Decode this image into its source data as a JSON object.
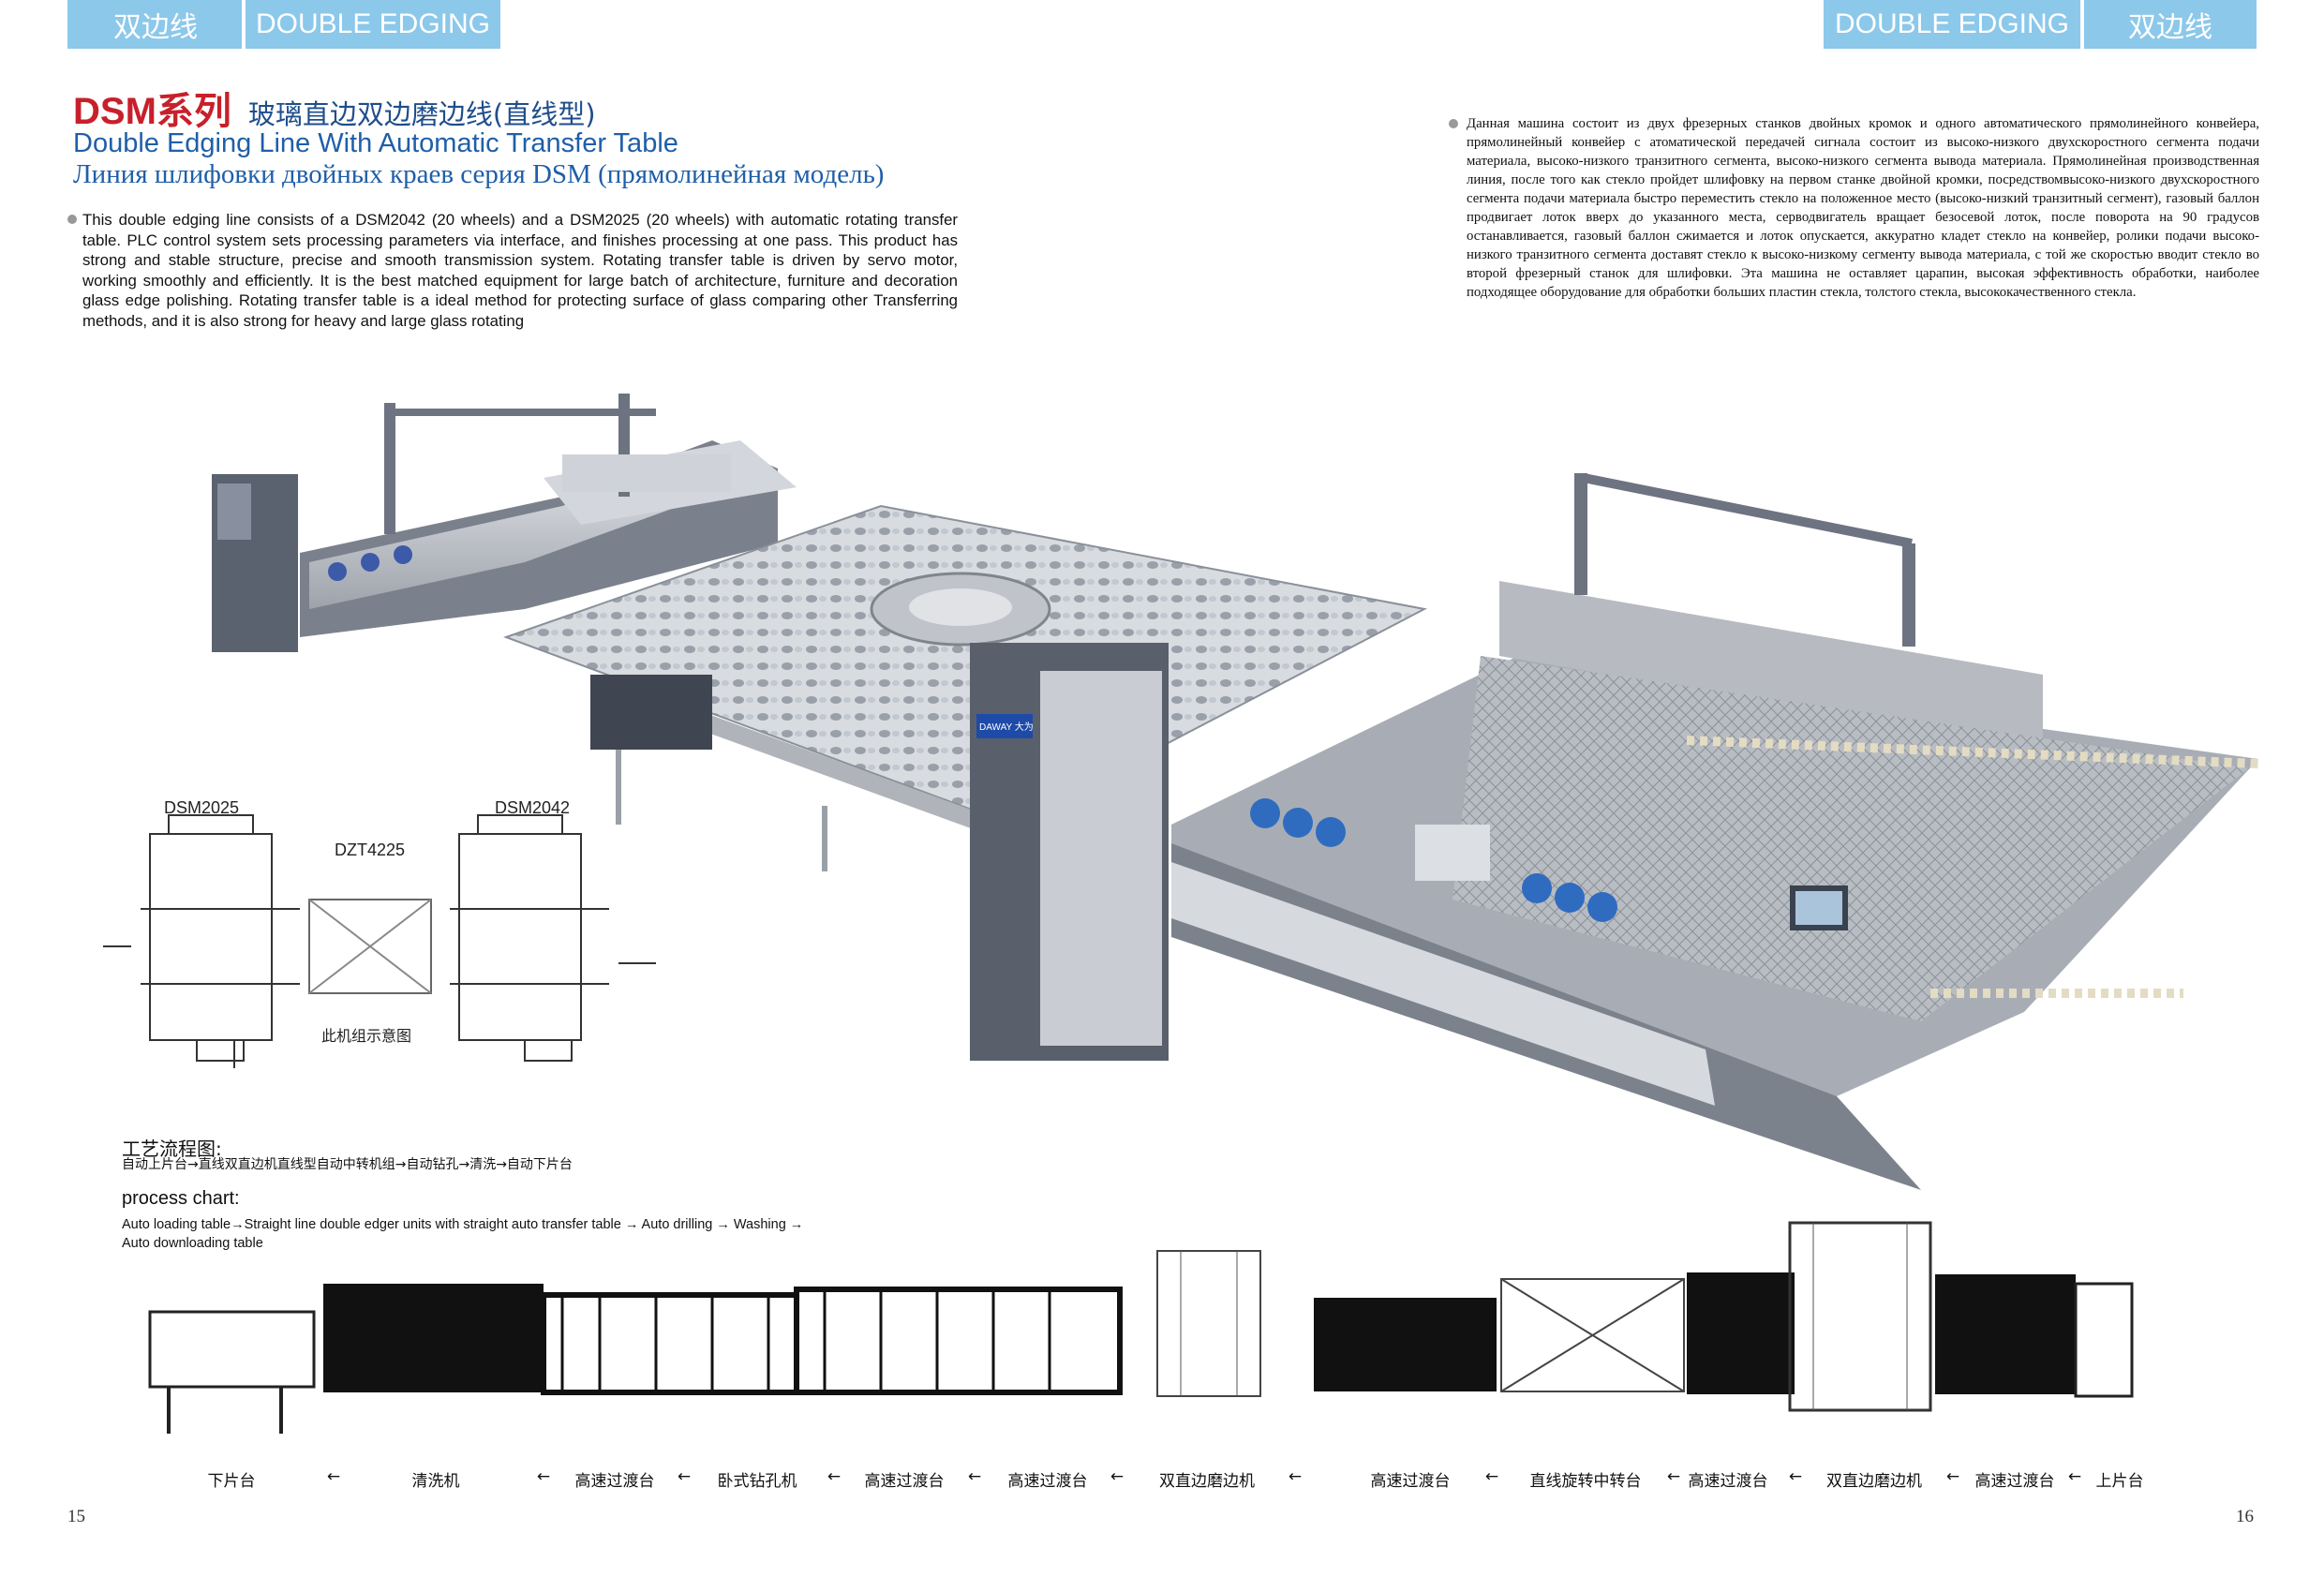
{
  "header": {
    "left_cn": "双边线",
    "left_en": "DOUBLE EDGING",
    "right_en": "DOUBLE EDGING",
    "right_cn": "双边线",
    "color": "#8cc8ea"
  },
  "title": {
    "series": "DSM系列",
    "cn": "玻璃直边双边磨边线(直线型)",
    "en": "Double Edging Line With Automatic Transfer Table",
    "ru": "Линия шлифовки двойных краев серия DSM (прямолинейная модель)"
  },
  "description_en": "This double edging line consists of a DSM2042 (20 wheels) and a DSM2025 (20 wheels) with automatic rotating transfer table. PLC control system sets processing parameters via interface, and finishes processing at one pass. This product has strong and stable structure, precise and smooth transmission system. Rotating transfer table is driven by servo motor, working smoothly and efficiently. It is the best matched equipment for large batch of architecture, furniture and decoration glass edge polishing. Rotating transfer table is a ideal method for protecting surface of glass comparing other Transferring methods, and it is also strong for heavy and large glass rotating",
  "description_ru": "Данная машина состоит из двух фрезерных станков двойных кромок и одного автоматического прямолинейного конвейера, прямолинейный конвейер с атоматической передачей сигнала состоит из высоко-низкого двухскоростного сегмента подачи материала, высоко-низкого транзитного сегмента, высоко-низкого сегмента вывода материала. Прямолинейная производственная линия, после того как стекло пройдет шлифовку на первом станке двойной кромки, посредствомвысоко-низкого двухскоростного сегмента подачи материала быстро переместить стекло на положенное место (высоко-низкий транзитный сегмент), газовый баллон продвигает лоток вверх до указанного места, серводвигатель вращает безосевой лоток, после поворота на 90 градусов останавливается, газовый баллон сжимается и лоток опускается, аккуратно кладет стекло на конвейер, ролики подачи высоко-низкого транзитного сегмента доставят стекло к высоко-низкому сегменту вывода материала, с той же скоростью вводит стекло во второй фрезерный станок для шлифовки. Эта машина не оставляет царапин, высокая эффективность обработки, наиболее подходящее оборудование для обработки больших пластин стекла, толстого стекла, высококачественного стекла.",
  "machine_brand": "DAWAY 大为",
  "layout": {
    "left_model": "DSM2025",
    "right_model": "DSM2042",
    "center_model": "DZT4225",
    "caption": "此机组示意图"
  },
  "process": {
    "cn_title": "工艺流程图:",
    "cn_text": "自动上片台→直线双直边机直线型自动中转机组→自动钻孔→清洗→自动下片台",
    "en_title": "process chart:",
    "en_text": "Auto loading table→Straight line double edger units with straight auto transfer table → Auto drilling → Washing → Auto downloading  table"
  },
  "flow_labels": [
    "下片台",
    "清洗机",
    "高速过渡台",
    "卧式钻孔机",
    "高速过渡台",
    "高速过渡台",
    "双直边磨边机",
    "高速过渡台",
    "直线旋转中转台",
    "高速过渡台",
    "双直边磨边机",
    "高速过渡台",
    "上片台"
  ],
  "flow_arrow": "←",
  "pages": {
    "left": "15",
    "right": "16"
  }
}
